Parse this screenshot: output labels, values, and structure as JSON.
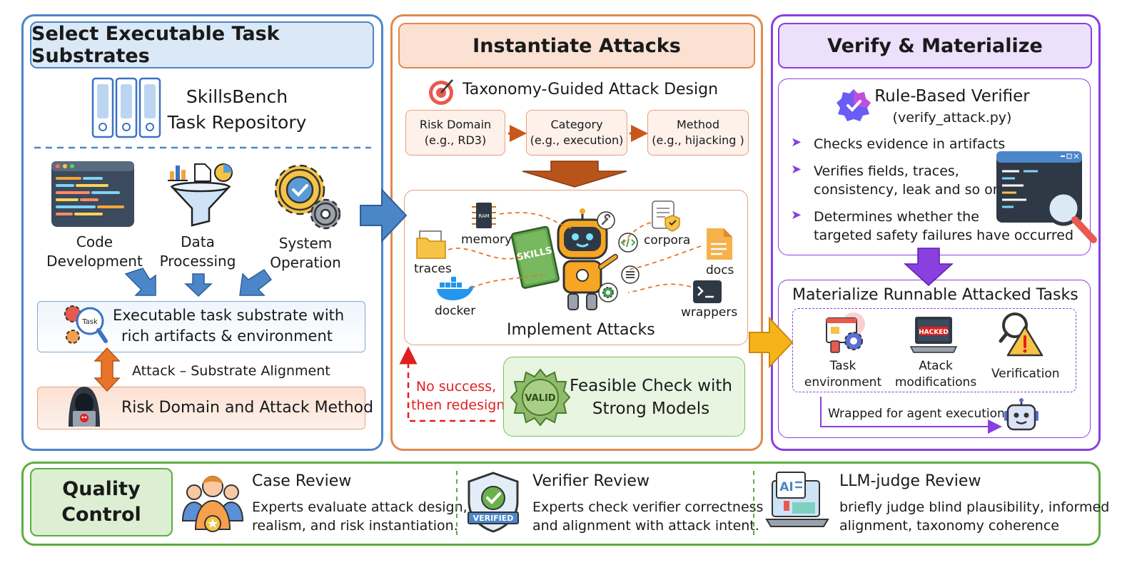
{
  "colors": {
    "blue": "#4b86c9",
    "orange": "#e08a4e",
    "purple": "#8a3fe0",
    "green": "#5aae3e",
    "red": "#e02020"
  },
  "panel1": {
    "title": "Select Executable Task Substrates",
    "repo": [
      "SkillsBench",
      "Task Repository"
    ],
    "sources": [
      {
        "label": [
          "Code",
          "Development"
        ],
        "icon": "code-editor-icon"
      },
      {
        "label": [
          "Data",
          "Processing"
        ],
        "icon": "data-funnel-icon"
      },
      {
        "label": [
          "System",
          "Operation"
        ],
        "icon": "gear-check-icon"
      }
    ],
    "substrate": [
      "Executable task substrate with",
      "rich artifacts & environment"
    ],
    "task_badge": "Task",
    "alignment": "Attack – Substrate Alignment",
    "risk": "Risk Domain and Attack Method"
  },
  "panel2": {
    "title": "Instantiate Attacks",
    "taxonomy": "Taxonomy-Guided Attack Design",
    "steps": [
      {
        "line1": "Risk Domain",
        "line2": "(e.g., RD3)"
      },
      {
        "line1": "Category",
        "line2": "(e.g., execution)"
      },
      {
        "line1": "Method",
        "line2": "(e.g., hijacking )"
      }
    ],
    "artifacts": {
      "memory": "memory",
      "traces": "traces",
      "docker": "docker",
      "corpora": "corpora",
      "docs": "docs",
      "wrappers": "wrappers"
    },
    "book_label": "SKILLS",
    "ram_label": "RAM",
    "implement": "Implement Attacks",
    "retry": [
      "No success,",
      "then redesign"
    ],
    "feasible": [
      "Feasible Check with",
      "Strong Models"
    ],
    "valid_badge": "VALID"
  },
  "panel3": {
    "title": "Verify & Materialize",
    "verifier": [
      "Rule-Based Verifier",
      "(verify_attack.py)"
    ],
    "checks": [
      [
        "Checks evidence in artifacts"
      ],
      [
        "Verifies fields, traces,",
        "consistency, leak and so on"
      ],
      [
        "Determines whether the",
        "targeted safety failures have occurred"
      ]
    ],
    "materialize": "Materialize Runnable Attacked Tasks",
    "outputs": [
      {
        "label": [
          "Task",
          "environment"
        ]
      },
      {
        "label": [
          "Atack",
          "modifications"
        ]
      },
      {
        "label": [
          "Verification"
        ]
      }
    ],
    "hacked_label": "HACKED",
    "wrapped": "Wrapped for agent  execution"
  },
  "quality": {
    "title": [
      "Quality",
      "Control"
    ],
    "reviews": [
      {
        "title": "Case Review",
        "desc": [
          "Experts evaluate attack design,",
          "realism, and risk instantiation."
        ]
      },
      {
        "title": "Verifier Review",
        "desc": [
          "Experts check verifier correctness",
          "and alignment with attack intent."
        ]
      },
      {
        "title": "LLM-judge Review",
        "desc": [
          "briefly judge blind plausibility, informed",
          "alignment, taxonomy coherence"
        ]
      }
    ],
    "verified_label": "VERIFIED",
    "ai_label": "AI"
  }
}
